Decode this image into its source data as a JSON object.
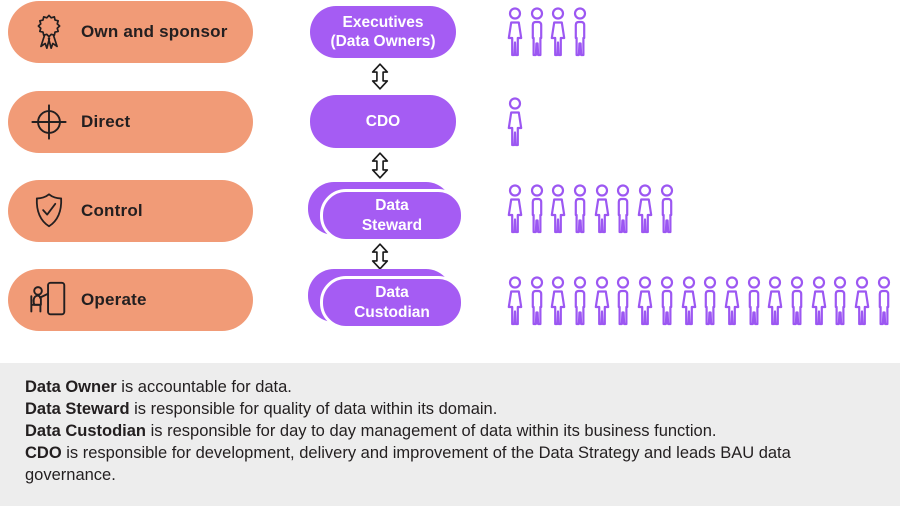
{
  "colors": {
    "orange": "#F19B77",
    "purple": "#A55CF3",
    "people_purple": "#9C57F2",
    "text_dark": "#231F20",
    "gray_box": "#EDEDED"
  },
  "rows": [
    {
      "label": "Own and sponsor",
      "icon": "award-ribbon",
      "node_line1": "Executives",
      "node_line2": "(Data Owners)",
      "stacked": false,
      "people_count": 4
    },
    {
      "label": "Direct",
      "icon": "target",
      "node_line1": "CDO",
      "node_line2": "",
      "stacked": false,
      "people_count": 1
    },
    {
      "label": "Control",
      "icon": "shield-check",
      "node_line1": "Data",
      "node_line2": "Steward",
      "stacked": true,
      "people_count": 8
    },
    {
      "label": "Operate",
      "icon": "person-presenting",
      "node_line1": "Data",
      "node_line2": "Custodian",
      "stacked": true,
      "people_count": 18
    }
  ],
  "legend": [
    {
      "term": "Data Owner",
      "rest": " is accountable for data."
    },
    {
      "term": "Data Steward",
      "rest": " is responsible for quality of data within its domain."
    },
    {
      "term": "Data Custodian",
      "rest": " is responsible for day to day management of data within its business function."
    },
    {
      "term": "CDO",
      "rest": " is responsible for development, delivery and improvement of the Data Strategy and leads BAU data governance."
    }
  ]
}
